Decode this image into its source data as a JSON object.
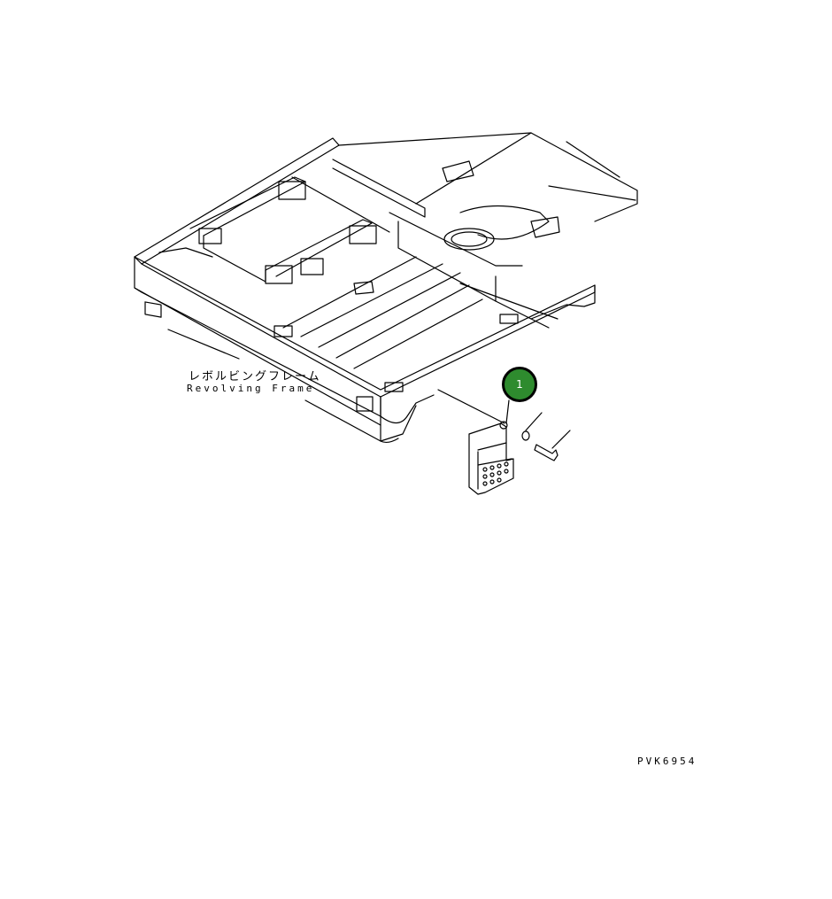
{
  "labels": {
    "frame_jp": "レボルビングフレーム",
    "frame_en": "Revolving Frame"
  },
  "callout": {
    "number": "1"
  },
  "drawing_code": "PVK6954",
  "colors": {
    "line": "#000000",
    "callout_fill": "#2e8b2e",
    "background": "#ffffff"
  }
}
